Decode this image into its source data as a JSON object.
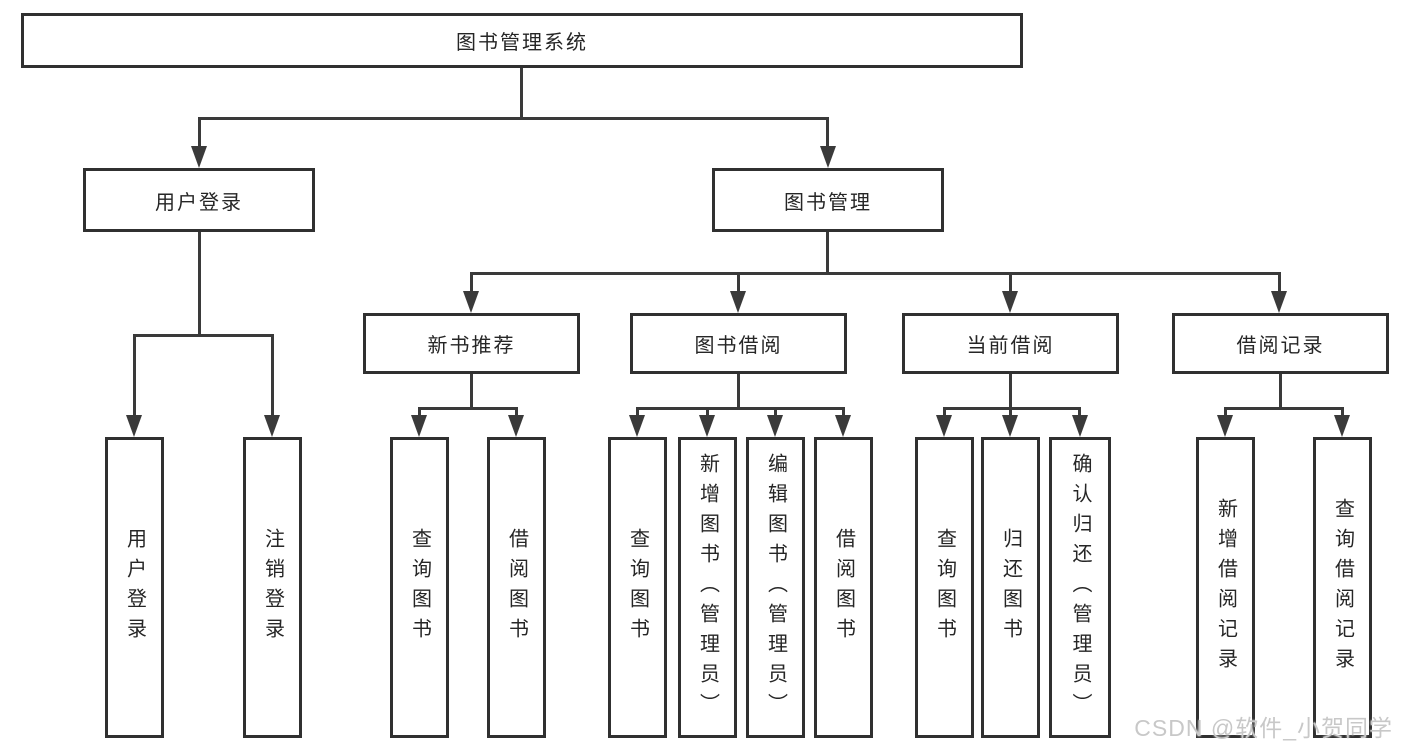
{
  "colors": {
    "background": "#ffffff",
    "line": "#3a3a3a",
    "box_border": "#303030",
    "text": "#262626",
    "watermark": "#c8c8c8"
  },
  "watermark": {
    "text": "CSDN @软件_小贺同学"
  },
  "tree": {
    "label": "图书管理系统",
    "children": [
      {
        "label": "用户登录",
        "children": [
          {
            "label": "用户登录"
          },
          {
            "label": "注销登录"
          }
        ]
      },
      {
        "label": "图书管理",
        "children": [
          {
            "label": "新书推荐",
            "children": [
              {
                "label": "查询图书"
              },
              {
                "label": "借阅图书"
              }
            ]
          },
          {
            "label": "图书借阅",
            "children": [
              {
                "label": "查询图书"
              },
              {
                "label": "新增图书（管理员）"
              },
              {
                "label": "编辑图书（管理员）"
              },
              {
                "label": "借阅图书"
              }
            ]
          },
          {
            "label": "当前借阅",
            "children": [
              {
                "label": "查询图书"
              },
              {
                "label": "归还图书"
              },
              {
                "label": "确认归还（管理员）"
              }
            ]
          },
          {
            "label": "借阅记录",
            "children": [
              {
                "label": "新增借阅记录"
              },
              {
                "label": "查询借阅记录"
              }
            ]
          }
        ]
      }
    ]
  }
}
